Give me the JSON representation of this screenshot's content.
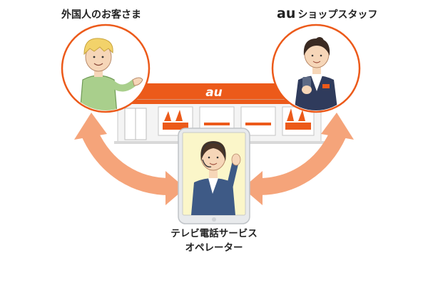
{
  "labels": {
    "foreign_customer": "外国人のお客さま",
    "shop_brand": "au",
    "shop_staff": "ショップスタッフ",
    "operator_line1": "テレビ電話サービス",
    "operator_line2": "オペレーター"
  },
  "store_sign": "au",
  "colors": {
    "accent_orange": "#ec5a1a",
    "arrow_orange": "#f5a47a",
    "circle_border": "#ec5a1a",
    "tablet_frame": "#e8eaec"
  },
  "icons": {
    "left_person": "foreign-customer-illustration",
    "right_person": "shop-staff-illustration",
    "center_device": "tablet-video-call-illustration",
    "building": "au-shop-storefront"
  }
}
